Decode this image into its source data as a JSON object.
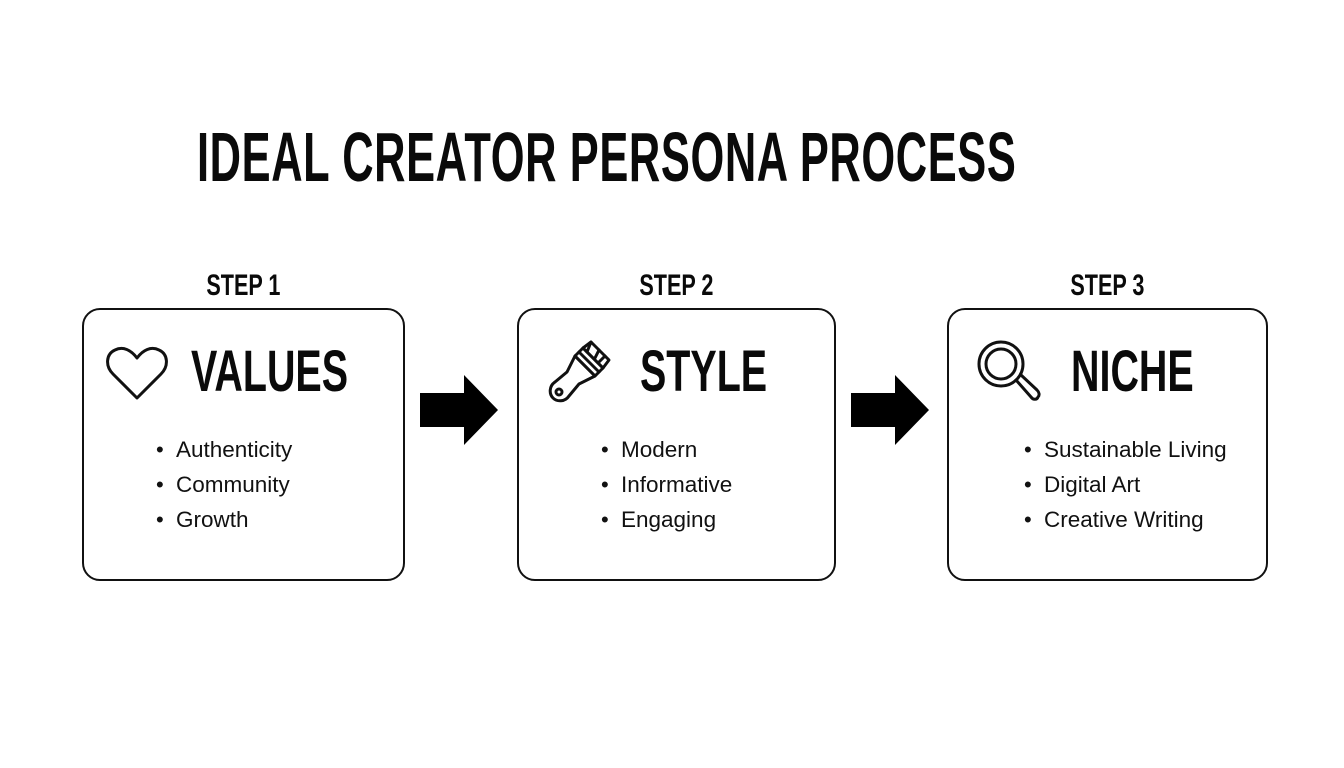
{
  "title": "IDEAL CREATOR PERSONA PROCESS",
  "colors": {
    "background": "#ffffff",
    "ink": "#0a0a0a",
    "border": "#111111"
  },
  "steps": [
    {
      "label": "STEP 1",
      "heading": "VALUES",
      "icon": "heart-icon",
      "items": [
        "Authenticity",
        "Community",
        "Growth"
      ]
    },
    {
      "label": "STEP 2",
      "heading": "STYLE",
      "icon": "paintbrush-icon",
      "items": [
        "Modern",
        "Informative",
        "Engaging"
      ]
    },
    {
      "label": "STEP 3",
      "heading": "NICHE",
      "icon": "magnifying-glass-icon",
      "items": [
        "Sustainable Living",
        "Digital Art",
        "Creative Writing"
      ]
    }
  ],
  "arrows": [
    {
      "icon": "arrow-right-icon",
      "from": "STEP 1",
      "to": "STEP 2"
    },
    {
      "icon": "arrow-right-icon",
      "from": "STEP 2",
      "to": "STEP 3"
    }
  ],
  "bullet": "•"
}
